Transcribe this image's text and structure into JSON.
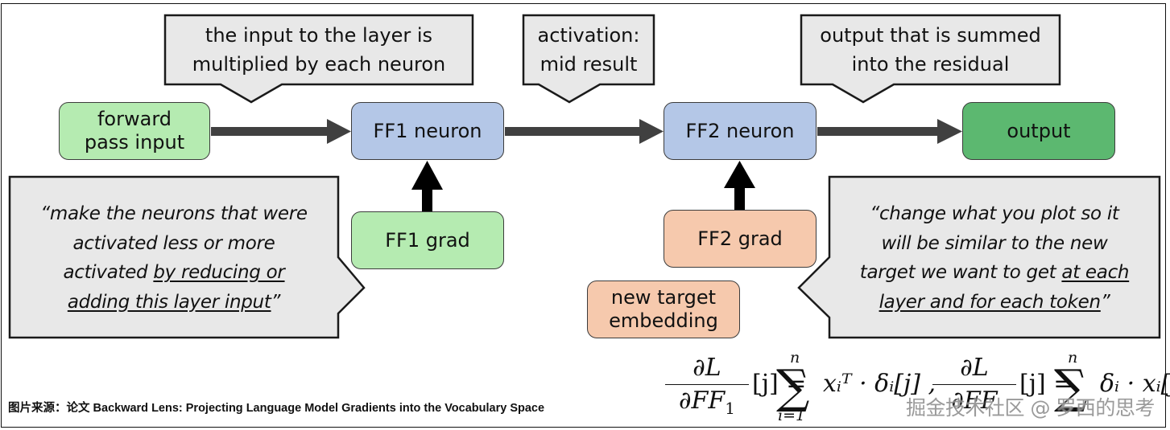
{
  "diagram": {
    "title": "Backward Lens gradient flow through feed-forward layer",
    "nodes": {
      "forward_pass_input": "forward\npass input",
      "ff1_neuron": "FF1 neuron",
      "ff2_neuron": "FF2 neuron",
      "output": "output",
      "ff1_grad": "FF1 grad",
      "ff2_grad": "FF2 grad",
      "new_target_embedding": "new target\nembedding"
    },
    "colors": {
      "input_green": "#b5ebb1",
      "neuron_blue": "#b4c7e7",
      "output_green": "#5cb870",
      "grad_orange": "#f6c9ad",
      "callout_gray": "#e8e8e8",
      "arrow_gray": "#404040",
      "arrow_black": "#000000"
    },
    "callouts_top": [
      {
        "line1": "the input to the layer is",
        "line2": "multiplied by each neuron"
      },
      {
        "line1": "activation:",
        "line2": "mid result"
      },
      {
        "line1": "output that is summed",
        "line2": "into the residual"
      }
    ],
    "callout_left": {
      "line1": "“make the neurons that were",
      "line2": "activated less or more",
      "line3_plain": "activated ",
      "line3_underlined": "by reducing or",
      "line4_underlined": "adding this layer input",
      "line4_tail": "”"
    },
    "callout_right": {
      "line1": "“change what you plot so it",
      "line2": "will be similar to the new",
      "line3_plain": "target we want to get ",
      "line3_underlined": "at each",
      "line4_underlined": "layer and for each token",
      "line4_tail": "”"
    },
    "edges": [
      {
        "from": "forward_pass_input",
        "to": "ff1_neuron"
      },
      {
        "from": "ff1_neuron",
        "to": "ff2_neuron"
      },
      {
        "from": "ff2_neuron",
        "to": "output"
      },
      {
        "from": "ff1_grad",
        "to": "ff1_neuron"
      },
      {
        "from": "ff2_grad",
        "to": "ff2_neuron"
      }
    ]
  },
  "formula": {
    "lhs1_num": "∂L",
    "lhs1_den": "∂FF",
    "lhs1_den_sub": "1",
    "index_j": "[j] =",
    "sum_upper": "n",
    "sum_lower": "i=1",
    "term1": "xᵢᵀ · δᵢ[j] ,",
    "lhs2_num": "∂L",
    "lhs2_den": "∂FF",
    "index_j2": "[j] =",
    "term2": "δᵢ · xᵢ[j] ,"
  },
  "caption": "图片来源：论文 Backward Lens: Projecting Language Model Gradients into the Vocabulary Space",
  "watermark": "掘金技术社区 @ 罗西的思考"
}
